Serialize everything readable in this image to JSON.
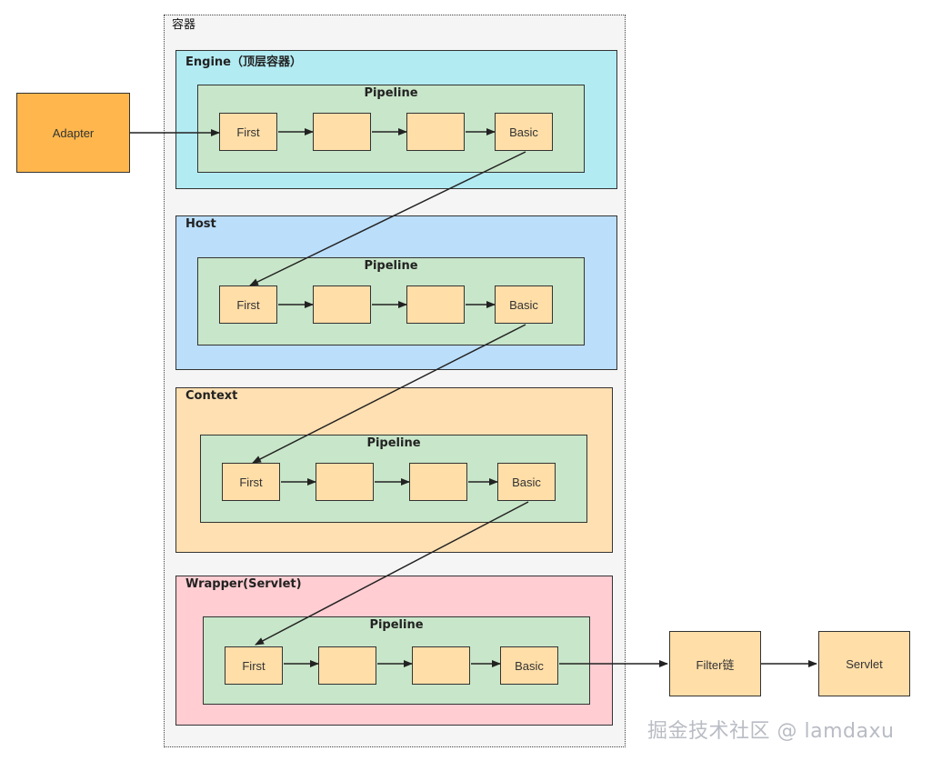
{
  "outer": {
    "label": "容器"
  },
  "adapter": {
    "label": "Adapter",
    "color": "#ffb74d"
  },
  "layers": [
    {
      "id": "engine",
      "label": "Engine（顶层容器）",
      "color": "#b2ebf2"
    },
    {
      "id": "host",
      "label": "Host",
      "color": "#bbdefb"
    },
    {
      "id": "context",
      "label": "Context",
      "color": "#ffe0b2"
    },
    {
      "id": "wrapper",
      "label": "Wrapper(Servlet)",
      "color": "#ffcdd2"
    }
  ],
  "pipeline": {
    "label": "Pipeline",
    "color": "#c8e6c9",
    "valves": [
      "First",
      "",
      "",
      "Basic"
    ],
    "valve_color": "#ffdea8"
  },
  "filter_chain": {
    "label": "Filter链",
    "color": "#ffdea8"
  },
  "servlet": {
    "label": "Servlet",
    "color": "#ffdea8"
  },
  "watermark": "掘金技术社区 @ lamdaxu"
}
